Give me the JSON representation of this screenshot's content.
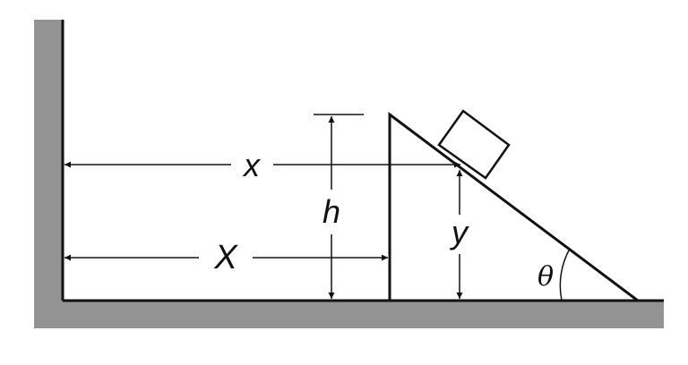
{
  "labels": {
    "x": "x",
    "X": "X",
    "h": "h",
    "y": "y",
    "theta": "θ"
  },
  "colors": {
    "wall": "#939393",
    "line": "#111111",
    "background": "#ffffff"
  }
}
